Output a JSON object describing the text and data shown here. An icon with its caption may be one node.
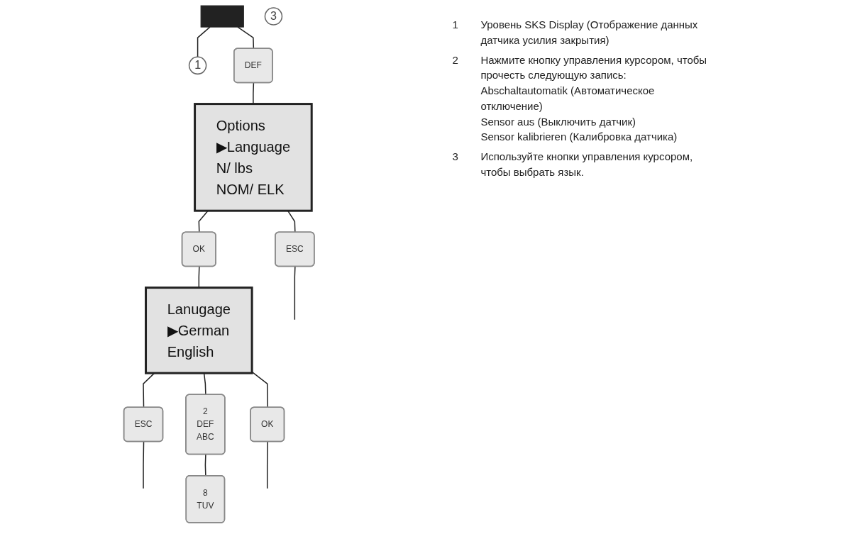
{
  "diagram": {
    "nodes": [
      {
        "text": [],
        "shape": "bar"
      },
      {
        "text": [
          "1"
        ]
      },
      {
        "text": [
          "DEF"
        ]
      },
      {
        "text": [
          "Options",
          "▶Language",
          "N/ lbs",
          "NOM/ ELK"
        ]
      },
      {
        "text": [
          "ESC"
        ]
      },
      {
        "text": [
          "OK"
        ]
      },
      {
        "text": [
          "Lanugage",
          "▶German",
          "English"
        ]
      },
      {
        "text": [
          "ESC"
        ]
      },
      {
        "text": [
          "2",
          "DEF",
          "ABC"
        ]
      },
      {
        "text": [
          "8",
          "TUV"
        ]
      },
      {
        "text": [
          "3"
        ]
      },
      {
        "text": [
          "OK"
        ]
      }
    ],
    "edges": [
      {
        "from": 0,
        "to": 1,
        "arrow": "none"
      },
      {
        "from": 0,
        "to": 2,
        "arrow": "none"
      },
      {
        "from": 2,
        "to": 3,
        "arrow": "none"
      },
      {
        "from": 3,
        "to": 4,
        "arrow": "none"
      },
      {
        "from": 4,
        "to": null,
        "arrow": "none"
      },
      {
        "from": 3,
        "to": 5,
        "arrow": "none"
      },
      {
        "from": 5,
        "to": 6,
        "arrow": "none"
      },
      {
        "from": 6,
        "to": 7,
        "arrow": "none"
      },
      {
        "from": 7,
        "to": null,
        "arrow": "none"
      },
      {
        "from": 6,
        "to": 8,
        "arrow": "none"
      },
      {
        "from": 8,
        "to": 9,
        "arrow": "none"
      },
      {
        "from": 6,
        "to": 11,
        "arrow": "none"
      },
      {
        "from": 11,
        "to": null,
        "arrow": "none"
      }
    ],
    "labels": [
      "1",
      "Уровень SKS Display (Отображение данных датчика усилия закрытия)",
      "2",
      "Нажмите кнопку управления курсором, чтобы прочесть следующую запись:",
      "Abschaltautomatik (Автоматическое отключение)",
      "Sensor aus (Выключить датчик)",
      "Sensor kalibrieren (Калибровка датчика)",
      "3",
      "Используйте кнопки управления курсором, чтобы выбрать язык."
    ]
  }
}
